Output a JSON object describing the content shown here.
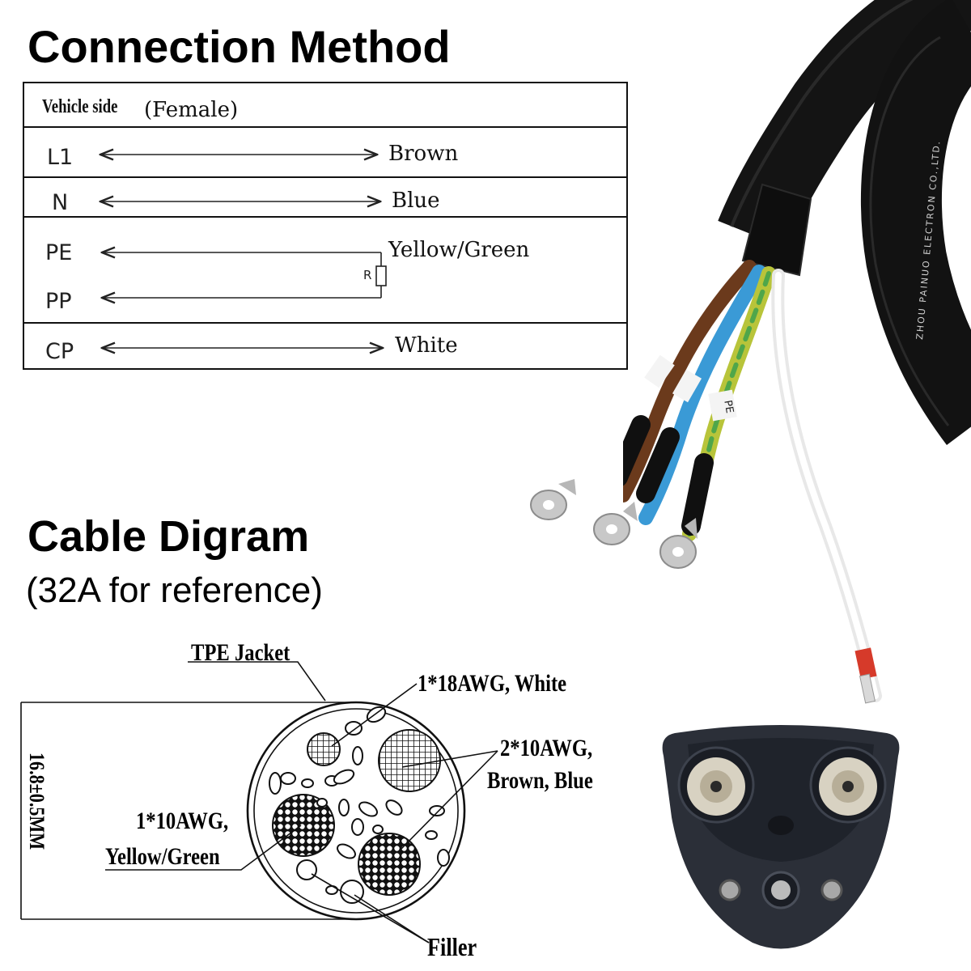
{
  "connection": {
    "heading": "Connection Method",
    "table_header": "Vehicle side",
    "table_header_suffix": "(Female)",
    "rows": [
      {
        "pin": "L1",
        "wire": "Brown"
      },
      {
        "pin": "N",
        "wire": "Blue"
      },
      {
        "pin": "PE",
        "wire": "Yellow/Green"
      },
      {
        "pin": "PP",
        "wire": ""
      },
      {
        "pin": "CP",
        "wire": "White"
      }
    ],
    "resistor_label": "R"
  },
  "cable": {
    "heading": "Cable Digram",
    "subheading": "(32A for reference)",
    "labels": {
      "jacket": "TPE Jacket",
      "white_conductor": "1*18AWG, White",
      "power_conductors_line1": "2*10AWG,",
      "power_conductors_line2": "Brown, Blue",
      "ground_conductor_line1": "1*10AWG,",
      "ground_conductor_line2": "Yellow/Green",
      "filler": "Filler",
      "diameter": "16.8±0.5MM"
    }
  },
  "photo": {
    "cable_print": "ZHOU PAINUO ELECTRON CO.,LTD.",
    "wire_marker_pe": "PE",
    "colors": {
      "jacket": "#141414",
      "brown": "#6b3a1c",
      "blue": "#3a9ad6",
      "yellow_green": "#b8c43a",
      "white": "#f2f2f2",
      "connector_body": "#2b2f38"
    }
  }
}
